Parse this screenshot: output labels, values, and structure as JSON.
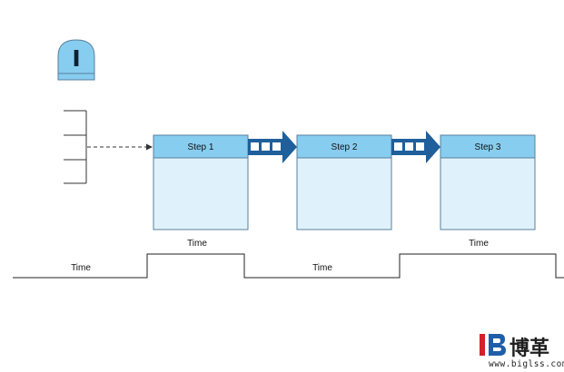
{
  "steps": [
    {
      "label": "Step 1"
    },
    {
      "label": "Step 2"
    },
    {
      "label": "Step 3"
    }
  ],
  "inventory_icon": {
    "label": "I"
  },
  "timeline": {
    "labels": [
      "Time",
      "Time",
      "Time",
      "Time"
    ]
  },
  "watermark": {
    "brand_cn": "博革",
    "url": "www.biglss.com"
  },
  "colors": {
    "process_header": "#87cdef",
    "process_body": "#dff2fc",
    "process_border": "#58809c",
    "push_arrow": "#1e5f9c",
    "inventory_icon": "#87cdef",
    "brand_red": "#d0202a",
    "brand_blue": "#1f5ea8"
  }
}
